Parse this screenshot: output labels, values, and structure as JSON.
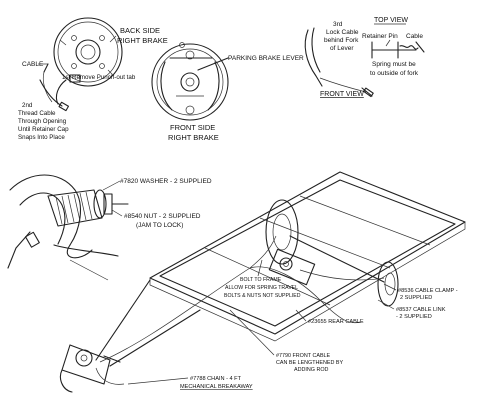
{
  "labels": {
    "back_side_1": "BACK SIDE",
    "back_side_2": "RIGHT BRAKE",
    "cable": "CABLE",
    "step1": "1st Remove Punch-out tab",
    "step2_1": "2nd",
    "step2_2": "Thread Cable",
    "step2_3": "Through Opening",
    "step2_4": "Until Retainer Cap",
    "step2_5": "Snaps Into Place",
    "parking_lever": "PARKING BRAKE LEVER",
    "front_side_1": "FRONT SIDE",
    "front_side_2": "RIGHT BRAKE",
    "third_1": "3rd",
    "third_2": "Lock Cable",
    "third_3": "behind Fork",
    "third_4": "of Lever",
    "top_view": "TOP VIEW",
    "retainer_pin": "Retainer Pin",
    "cable_top": "Cable",
    "spring_1": "Spring must be",
    "spring_2": "to outside of fork",
    "front_view": "FRONT VIEW",
    "washer": "#7820 WASHER - 2 SUPPLIED",
    "nut_1": "#8540 NUT - 2 SUPPLIED",
    "nut_2": "(JAM TO LOCK)",
    "bolt_1": "BOLT TO FRAME",
    "bolt_2": "ALLOW FOR SPRING TRAVEL",
    "bolt_3": "BOLTS & NUTS NOT SUPPLIED",
    "clamp_1": "#8536 CABLE CLAMP -",
    "clamp_2": "2 SUPPLIED",
    "link_1": "#8537 CABLE LINK",
    "link_2": "- 2 SUPPLIED",
    "rear_cable": "#23655 REAR CABLE",
    "front_cable_1": "#7790 FRONT CABLE",
    "front_cable_2": "CAN BE LENGTHENED BY",
    "front_cable_3": "ADDING ROD",
    "chain_1": "#7788 CHAIN - 4 FT",
    "chain_2": "MECHANICAL BREAKAWAY"
  }
}
